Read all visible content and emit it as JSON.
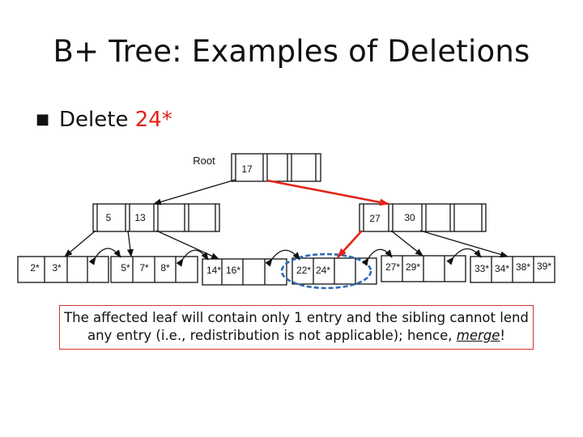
{
  "title": "B+ Tree: Examples of Deletions",
  "bullet": {
    "text": "Delete ",
    "highlight": "24*"
  },
  "diagram": {
    "root_label": "Root",
    "root_node": {
      "key": "17"
    },
    "left_internal": {
      "keys": [
        "5",
        "13"
      ]
    },
    "right_internal": {
      "keys": [
        "27",
        "30"
      ]
    },
    "leaves": [
      {
        "entries": [
          "2*",
          "3*"
        ]
      },
      {
        "entries": [
          "5*",
          "7*",
          "8*"
        ]
      },
      {
        "entries": [
          "14*",
          "16*"
        ]
      },
      {
        "entries": [
          "22*",
          "24*"
        ]
      },
      {
        "entries": [
          "27*",
          "29*"
        ]
      },
      {
        "entries": [
          "33*",
          "34*",
          "38*",
          "39*"
        ]
      }
    ],
    "colors": {
      "arrow_highlight": "#e2231a",
      "circle": "#2e6bb5",
      "text_highlight": "#e2231a"
    }
  },
  "note": {
    "line1": "The affected leaf will contain only 1 entry and the sibling cannot lend",
    "line2_pre": "any entry (i.e., redistribution is not applicable); hence, ",
    "line2_emph": "merge",
    "line2_post": "!"
  }
}
